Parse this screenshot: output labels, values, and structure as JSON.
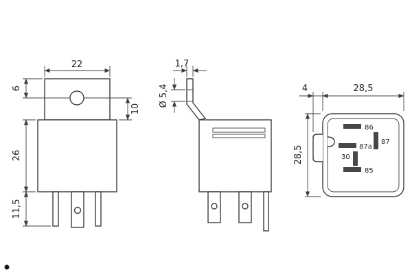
{
  "drawing": {
    "front": {
      "dim_tab_width": "22",
      "dim_tab_top": "6",
      "dim_hole_to_body": "10",
      "dim_body_height": "26",
      "dim_pin_length": "11,5"
    },
    "side": {
      "dim_tab_thickness": "1,7",
      "dim_hole_diameter": "Ø 5,4"
    },
    "bottom": {
      "dim_ledge": "4",
      "dim_width": "28,5",
      "dim_height": "28,5",
      "terminals": {
        "t86": "86",
        "t87": "87",
        "t87a": "87a",
        "t30": "30",
        "t85": "85"
      }
    }
  },
  "colors": {
    "line": "#3d3d3d",
    "text": "#1f1f1f",
    "slot": "#474747",
    "background": "#ffffff"
  }
}
